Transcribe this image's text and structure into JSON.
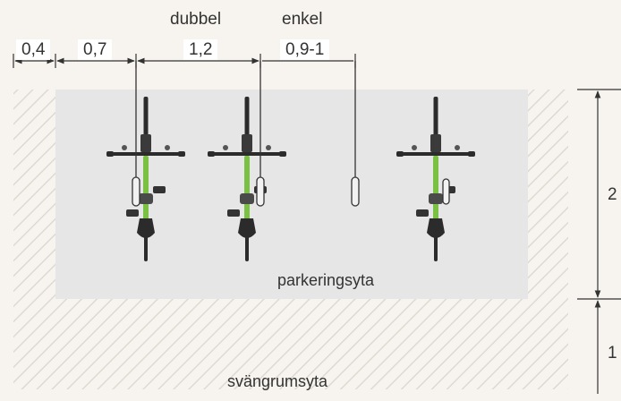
{
  "headers": {
    "double": "dubbel",
    "single": "enkel"
  },
  "widths": {
    "w1": "0,4",
    "w2": "0,7",
    "w3": "1,2",
    "w4": "0,9-1"
  },
  "depths": {
    "parking": "2",
    "turning": "1"
  },
  "areas": {
    "parking": "parkeringsyta",
    "turning": "svängrumsyta"
  },
  "colors": {
    "background": "#f7f4ef",
    "parking_area": "#e6e6e6",
    "hatch": "#ded9d2",
    "bike_frame": "#7ac143",
    "bike_dark": "#2b2b2b",
    "dimension_line": "#333333"
  }
}
